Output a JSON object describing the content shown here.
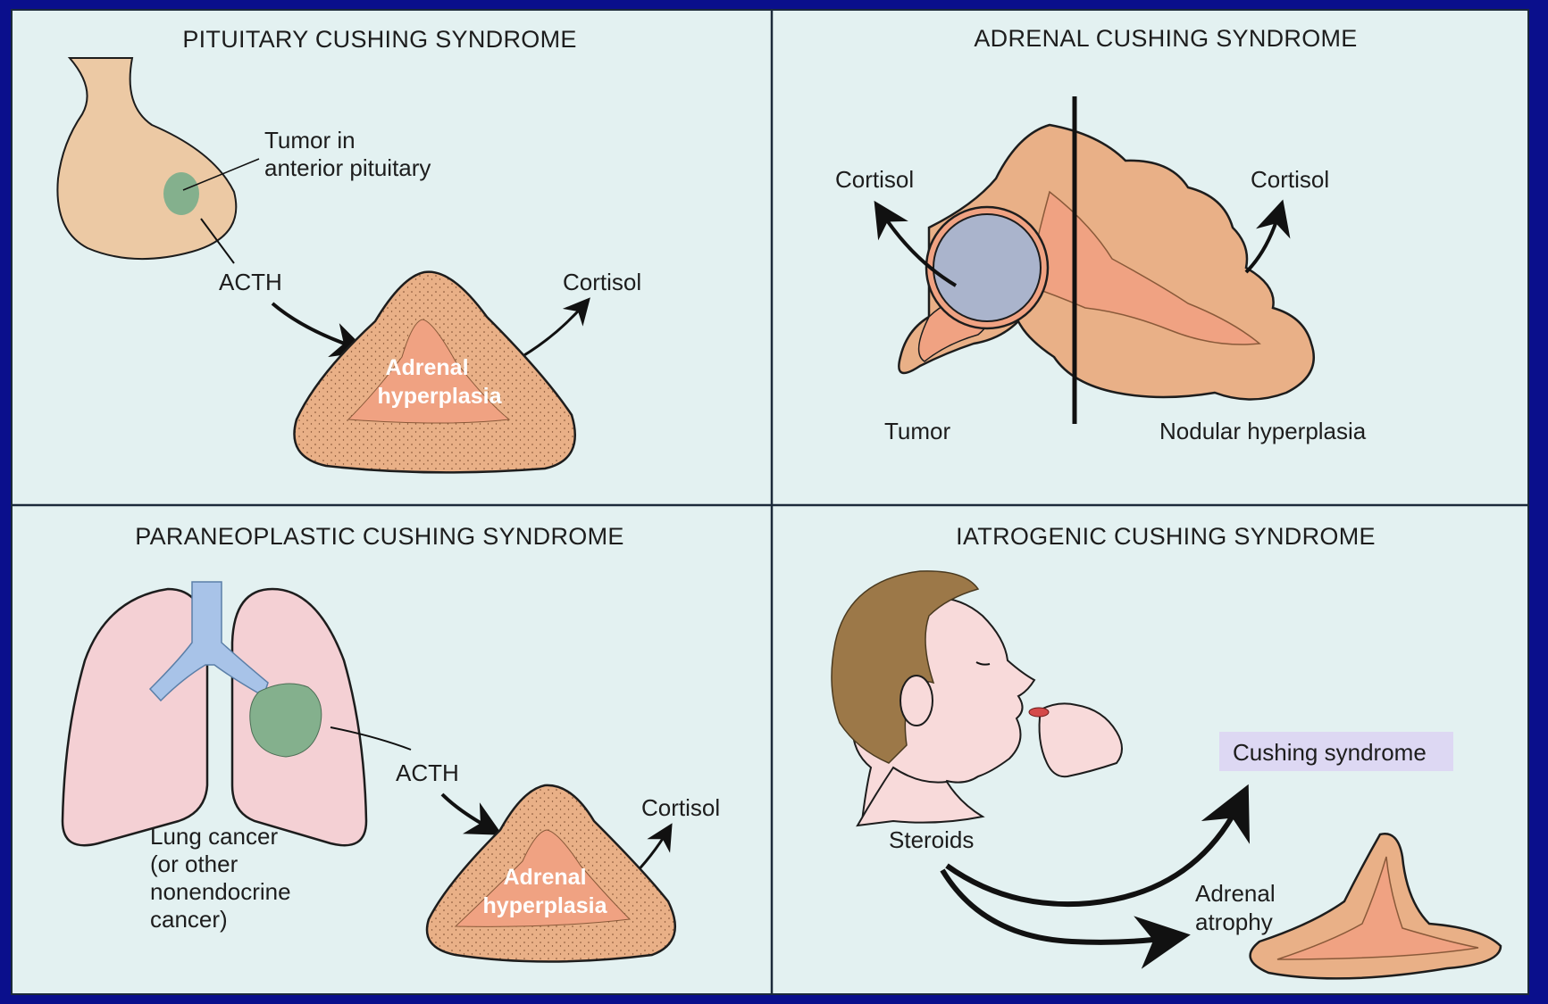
{
  "panels": {
    "pituitary": {
      "title": "PITUITARY CUSHING SYNDROME",
      "tumor_label_1": "Tumor in",
      "tumor_label_2": "anterior pituitary",
      "acth": "ACTH",
      "cortisol": "Cortisol",
      "adrenal_1": "Adrenal",
      "adrenal_2": "hyperplasia"
    },
    "adrenal": {
      "title": "ADRENAL CUSHING SYNDROME",
      "cortisol_left": "Cortisol",
      "cortisol_right": "Cortisol",
      "tumor": "Tumor",
      "nodular": "Nodular hyperplasia"
    },
    "paraneoplastic": {
      "title": "PARANEOPLASTIC CUSHING SYNDROME",
      "acth": "ACTH",
      "cortisol": "Cortisol",
      "lung_1": "Lung cancer",
      "lung_2": "(or other",
      "lung_3": "nonendocrine",
      "lung_4": "cancer)",
      "adrenal_1": "Adrenal",
      "adrenal_2": "hyperplasia"
    },
    "iatrogenic": {
      "title": "IATROGENIC CUSHING SYNDROME",
      "cushing": "Cushing syndrome",
      "steroids": "Steroids",
      "atrophy_1": "Adrenal",
      "atrophy_2": "atrophy"
    }
  },
  "colors": {
    "background": "#0a0f8c",
    "panel": "#e3f1f1",
    "tissue": "#e9b087",
    "pituitary": "#ecc9a4",
    "tumor_green": "#84b08d",
    "lung": "#f4d0d4",
    "bronchi": "#a8c3e8",
    "adrenal_tumor": "#aab4cc",
    "hair": "#9c7848",
    "skin": "#f8dada",
    "highlight": "#ddd8f3"
  }
}
